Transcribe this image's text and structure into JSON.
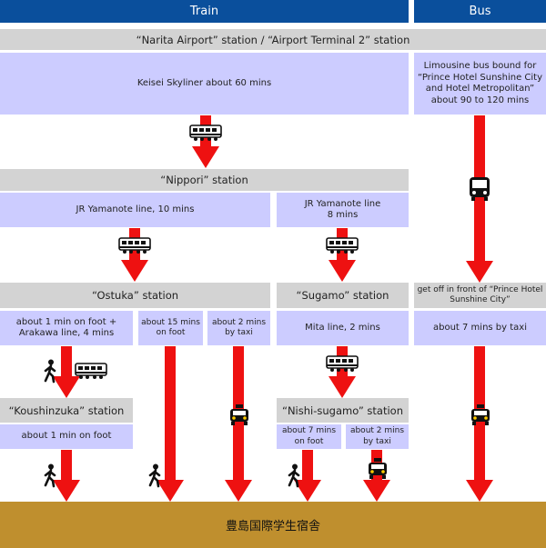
{
  "headers": {
    "train": "Train",
    "bus": "Bus"
  },
  "stations": {
    "narita": "“Narita Airport” station /  “Airport Terminal 2” station",
    "nippori": "“Nippori” station",
    "ostuka": "“Ostuka” station",
    "sugamo": "“Sugamo” station",
    "koushinzuka": "“Koushinzuka” station",
    "nishi_sugamo": "“Nishi-sugamo” station",
    "bus_stop": "get off in front of “Prince Hotel Sunshine City”"
  },
  "routes": {
    "keisei": "Keisei Skyliner about 60 mins",
    "limousine": "Limousine bus bound for “Prince Hotel Sunshine City and Hotel Metropolitan” about 90 to 120 mins",
    "jr_yamanote_left": "JR Yamanote line, 10 mins",
    "jr_yamanote_right": "JR Yamanote line\n8 mins",
    "foot_arakawa": "about 1 min on foot +\nArakawa line, 4 mins",
    "foot_15": "about 15 mins\non foot",
    "taxi_2_ostuka": "about 2 mins\nby taxi",
    "mita": "Mita line, 2 mins",
    "taxi_7_bus": "about 7 mins by taxi",
    "foot_1": "about 1 min on foot",
    "foot_7": "about 7 mins\non foot",
    "taxi_2_nishi": "about 2 mins\nby taxi"
  },
  "destination": "豊島国際学生宿舎",
  "colors": {
    "header": "#0a4f9c",
    "station": "#d3d3d3",
    "route": "#ccccff",
    "arrow": "#ee1111",
    "destination": "#bf8f2e"
  },
  "icons": [
    "train-icon",
    "bus-icon",
    "taxi-icon",
    "walking-person-icon"
  ]
}
